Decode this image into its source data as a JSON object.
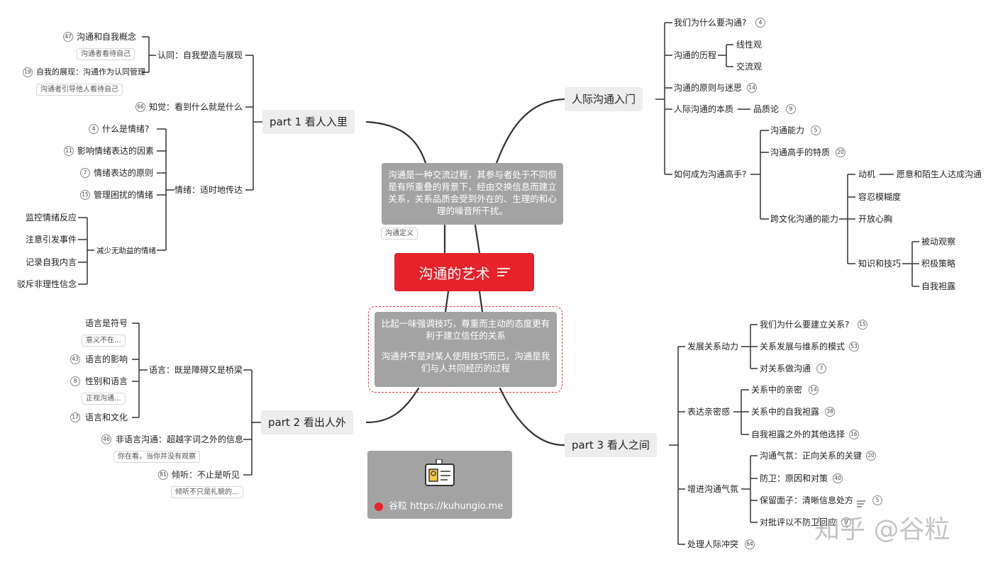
{
  "center": {
    "title": "沟通的艺术",
    "icon": "lines-icon"
  },
  "definition": {
    "text": "沟通是一种交流过程，其参与者处于不同但是有所重叠的背景下，经由交换信息而建立关系，关系品质会受到外在的、生理的和心理的噪音所干扰。",
    "label": "沟通定义"
  },
  "attitude": {
    "text1": "比起一味强调技巧，尊重而主动的态度更有利于建立信任的关系",
    "text2": "沟通并不是对某人使用技巧而已，沟通是我们与人共同经历的过程"
  },
  "logo_card": {
    "site": "谷粒 https://kuhungio.me",
    "icon": "id-badge-icon"
  },
  "watermark": "知乎 @谷粒",
  "part1": {
    "title": "part 1 看人入里",
    "identity": {
      "label": "认同：自我塑造与展现",
      "c1": {
        "label": "沟通和自我概念",
        "badge": "47",
        "note": "沟通者看待自己"
      },
      "c2": {
        "label": "自我的展现：沟通作为认同管理",
        "badge": "19",
        "note": "沟通者引导他人看待自己"
      }
    },
    "perception": {
      "label": "知觉：看到什么就是什么",
      "badge": "66"
    },
    "emotion": {
      "label": "情绪：适时地传达",
      "c1": {
        "label": "什么是情绪?",
        "badge": "4"
      },
      "c2": {
        "label": "影响情绪表达的因素",
        "badge": "11"
      },
      "c3": {
        "label": "情绪表达的原则",
        "badge": "7"
      },
      "c4": {
        "label": "管理困扰的情绪",
        "badge": "15"
      },
      "reduce": {
        "label": "减少无助益的情绪",
        "items": [
          "监控情绪反应",
          "注意引发事件",
          "记录自我内言",
          "驳斥非理性信念"
        ]
      }
    }
  },
  "part2": {
    "title": "part 2 看出人外",
    "language": {
      "label": "语言：既是障碍又是桥梁",
      "c1": {
        "label": "语言是符号",
        "note": "意义不在..."
      },
      "c2": {
        "label": "语言的影响",
        "badge": "43"
      },
      "c3": {
        "label": "性别和语言",
        "badge": "8",
        "note": "正视沟通..."
      },
      "c4": {
        "label": "语言和文化",
        "badge": "17"
      }
    },
    "nonverbal": {
      "label": "非语言沟通：超越字词之外的信息",
      "badge": "46",
      "note": "你在看，当你并没有观察"
    },
    "listening": {
      "label": "倾听：不止是听见",
      "badge": "81",
      "note": "倾听不只是礼貌的..."
    }
  },
  "intro": {
    "title": "人际沟通入门",
    "why": {
      "label": "我们为什么要沟通?",
      "badge": "4"
    },
    "history": {
      "label": "沟通的历程",
      "items": [
        "线性观",
        "交流观"
      ]
    },
    "principles": {
      "label": "沟通的原则与迷思",
      "badge": "14"
    },
    "nature": {
      "label": "人际沟通的本质",
      "child": "品质论",
      "badge": "9"
    },
    "expert": {
      "label": "如何成为沟通高手?",
      "c1": {
        "label": "沟通能力",
        "badge": "5"
      },
      "c2": {
        "label": "沟通高手的特质",
        "badge": "20"
      },
      "c3": {
        "label": "跨文化沟通的能力",
        "motive": {
          "label": "动机",
          "child": "愿意和陌生人达成沟通"
        },
        "tolerance": "容忍模糊度",
        "open": "开放心胸",
        "knowledge": {
          "label": "知识和技巧",
          "items": [
            "被动观察",
            "积极策略",
            "自我袒露"
          ]
        }
      }
    }
  },
  "part3": {
    "title": "part 3 看人之间",
    "development": {
      "label": "发展关系动力",
      "c1": {
        "label": "我们为什么要建立关系?",
        "badge": "15"
      },
      "c2": {
        "label": "关系发展与维系的模式",
        "badge": "53"
      },
      "c3": {
        "label": "对关系做沟通",
        "badge": "7"
      }
    },
    "intimacy": {
      "label": "表达亲密感",
      "c1": {
        "label": "关系中的亲密",
        "badge": "14"
      },
      "c2": {
        "label": "关系中的自我袒露",
        "badge": "38"
      },
      "c3": {
        "label": "自我袒露之外的其他选择",
        "badge": "16"
      }
    },
    "climate": {
      "label": "增进沟通气氛",
      "c1": {
        "label": "沟通气氛：正向关系的关键",
        "badge": "20"
      },
      "c2": {
        "label": "防卫：原因和对策",
        "badge": "40"
      },
      "c3": {
        "label": "保留面子：清晰信息处方",
        "badge": "5"
      },
      "c4": {
        "label": "对批评以不防卫回应",
        "badge": "9"
      }
    },
    "conflict": {
      "label": "处理人际冲突",
      "badge": "64"
    }
  }
}
